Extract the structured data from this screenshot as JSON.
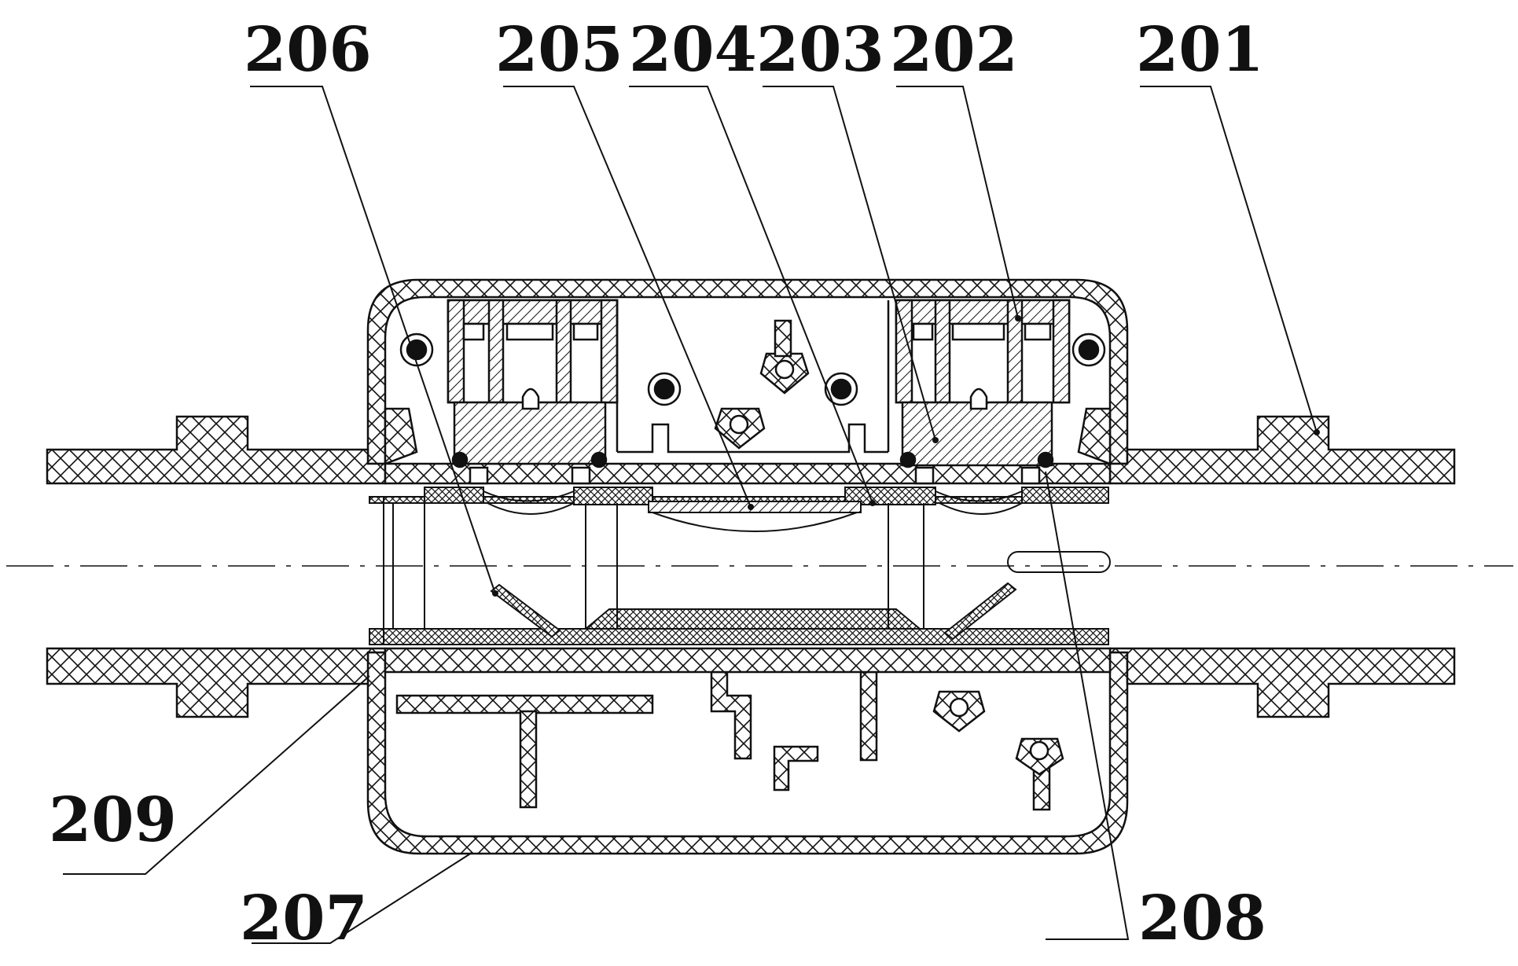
{
  "labels": {
    "l201": "201",
    "l202": "202",
    "l203": "203",
    "l204": "204",
    "l205": "205",
    "l206": "206",
    "l207": "207",
    "l208": "208",
    "l209": "209"
  },
  "colors": {
    "ink": "#111111",
    "background": "#ffffff"
  }
}
